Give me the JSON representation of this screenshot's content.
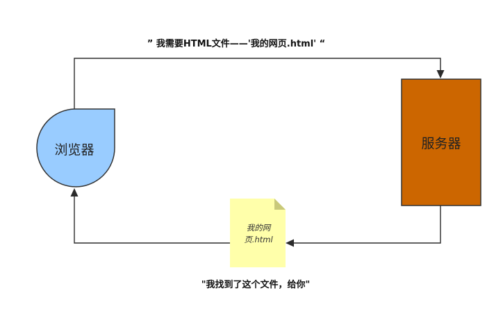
{
  "edges": {
    "request": {
      "label": "” 我需要HTML文件——'我的网页.html' “"
    },
    "response": {
      "label": "\"我找到了这个文件，给你\""
    }
  },
  "nodes": {
    "browser": {
      "label": "浏览器",
      "fill": "#99ccff"
    },
    "server": {
      "label": "服务器",
      "fill": "#cc6600"
    },
    "document": {
      "label_line1": "我的网",
      "label_line2": "页.html",
      "fill": "#ffffaa"
    }
  }
}
